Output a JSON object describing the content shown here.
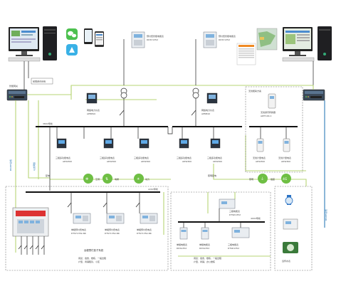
{
  "meters": {
    "m1": {
      "name": "预付费智能电能表",
      "model": "DDSY1352"
    },
    "m2": {
      "name": "预付费智能电能表",
      "model": "DDSY1352"
    },
    "m3": {
      "name": "网络电力仪表",
      "model": "APM810"
    },
    "m4": {
      "name": "网络电力仪表",
      "model": "APM810"
    },
    "m5": {
      "name": "无线通讯转换器",
      "model": "AWT100-C"
    },
    "m6": {
      "name": "三相多功能电表",
      "model": "ADW300"
    },
    "m7": {
      "name": "三相多功能电表",
      "model": "ADW300"
    },
    "m8": {
      "name": "三相多功能电表",
      "model": "ADW300"
    },
    "m9": {
      "name": "三相多功能电表",
      "model": "ADW300"
    },
    "m10": {
      "name": "三相多功能电表",
      "model": "ADW300"
    },
    "m11": {
      "name": "无线计量电表",
      "model": "ADW300"
    },
    "m12": {
      "name": "无线计量电表",
      "model": "ADW300"
    },
    "m13": {
      "name": "单相预付费电表",
      "model": "DTSY1352-NK"
    },
    "m14": {
      "name": "单相预付费电表",
      "model": "DTSY1352-NK"
    },
    "m15": {
      "name": "单相预付费电表",
      "model": "DTSY1352-NK"
    },
    "m16": {
      "name": "三相电能表",
      "model": "DTSD1352"
    },
    "m17": {
      "name": "单相电能表",
      "model": "DDS1352"
    },
    "m18": {
      "name": "单相电能表",
      "model": "DDS1352"
    },
    "m19": {
      "name": "三相电能表",
      "model": "DTSD1352"
    }
  },
  "labels": {
    "gateway_left": "智能网关",
    "comm_box": "前端通讯系统",
    "bus_left": "380V母线",
    "bus_sub_left": "220V母线",
    "bus_sub_right": "400V母线",
    "wireless_zone": "无线能耗方案",
    "branch": "配电",
    "prepaid_system": "远程预付费子系统",
    "usage_left_line1": "用途：宿舍、楼栋、一般出租",
    "usage_left_line2": "户型、商铺租赁、小区",
    "usage_right_line1": "用途：宿舍、楼栋、一般出租",
    "usage_right_line2": "户型、商铺、办公楼栋",
    "water_meter": "远传水表",
    "v_left1": "RS485总线",
    "v_left2": "以太网络",
    "v_right1": "RS485总线",
    "v_mid": "照明配电",
    "icon_air": "空调",
    "icon_pump": "电梯",
    "icon_light": "照明",
    "icon_socket": "插座",
    "icon_power": "动力",
    "icon_4g": "4G"
  }
}
